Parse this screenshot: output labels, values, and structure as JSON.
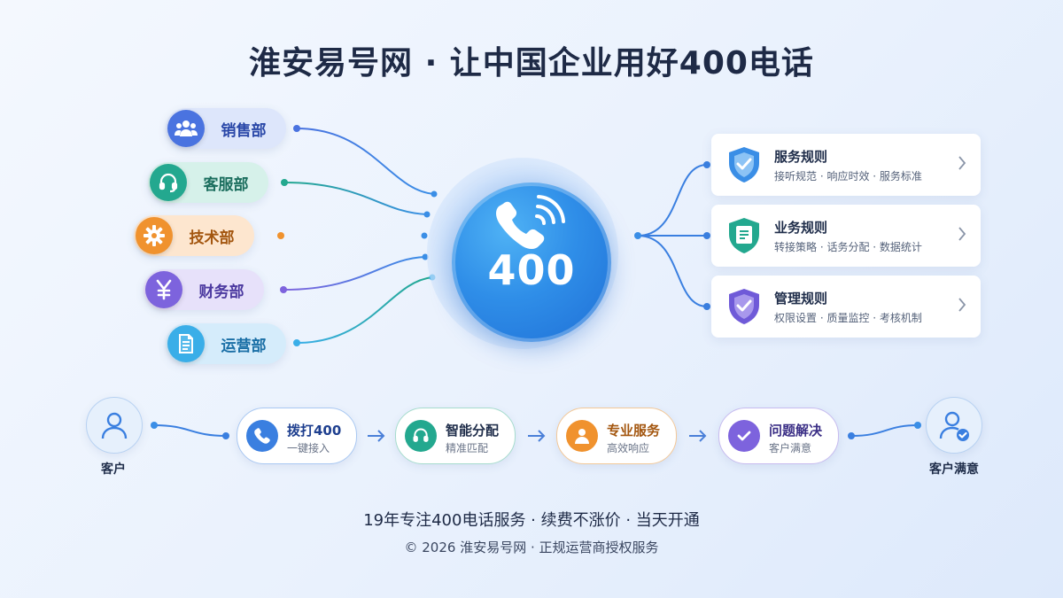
{
  "title": "淮安易号网 · 让中国企业用好400电话",
  "departments": [
    {
      "label": "销售部",
      "icon": "group-icon",
      "color": "#4a73e0",
      "bg": "#dde6fb",
      "text": "#2a48a8"
    },
    {
      "label": "客服部",
      "icon": "headset-icon",
      "color": "#23a88f",
      "bg": "#d6f1ea",
      "text": "#1b6e5e"
    },
    {
      "label": "技术部",
      "icon": "gear-icon",
      "color": "#f0922e",
      "bg": "#fde6cf",
      "text": "#a3560f"
    },
    {
      "label": "财务部",
      "icon": "yen-icon",
      "color": "#7d63dd",
      "bg": "#e7e1fa",
      "text": "#4c3aa0"
    },
    {
      "label": "运营部",
      "icon": "document-icon",
      "color": "#3aaee8",
      "bg": "#d5ecfb",
      "text": "#1a6fa6"
    }
  ],
  "hub": {
    "number": "400",
    "icon": "phone-icon"
  },
  "rules": [
    {
      "title": "服务规则",
      "subtitle": "接听规范 · 响应时效 · 服务标准",
      "icon": "shield-check-icon",
      "color": "#3a8ee6"
    },
    {
      "title": "业务规则",
      "subtitle": "转接策略 · 话务分配 · 数据统计",
      "icon": "document-check-icon",
      "color": "#23a88f"
    },
    {
      "title": "管理规则",
      "subtitle": "权限设置 · 质量监控 · 考核机制",
      "icon": "shield-check-icon",
      "color": "#6f5ad8"
    }
  ],
  "flow": {
    "start_label": "客户",
    "end_label": "客户满意",
    "steps": [
      {
        "title": "拨打400",
        "subtitle": "一键接入",
        "icon": "phone-icon",
        "color": "#3a7fe0",
        "border": "#a9c8f2",
        "text": "#1e3f8f"
      },
      {
        "title": "智能分配",
        "subtitle": "精准匹配",
        "icon": "headset-icon",
        "color": "#23a88f",
        "border": "#a6dccd",
        "text": "#1f2d4a"
      },
      {
        "title": "专业服务",
        "subtitle": "高效响应",
        "icon": "person-icon",
        "color": "#f0922e",
        "border": "#f3c898",
        "text": "#a3560f"
      },
      {
        "title": "问题解决",
        "subtitle": "客户满意",
        "icon": "check-icon",
        "color": "#7d63dd",
        "border": "#c7bbef",
        "text": "#3b2f86"
      }
    ]
  },
  "tagline": "19年专注400电话服务 · 续费不涨价 · 当天开通",
  "copyright": "© 2026 淮安易号网 · 正规运营商授权服务"
}
